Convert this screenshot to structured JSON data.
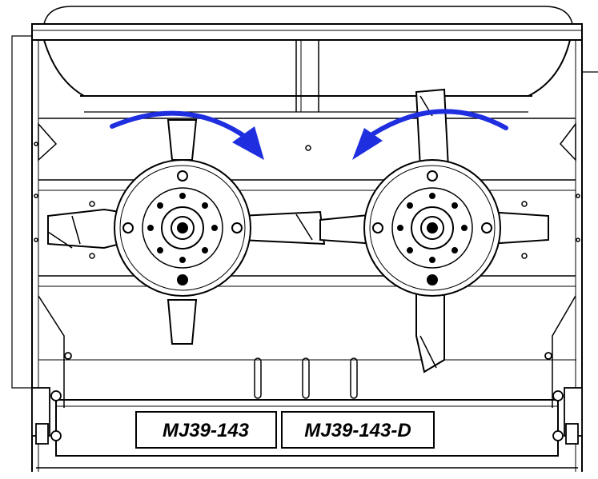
{
  "labels": {
    "left_part_number": "MJ39-143",
    "right_part_number": "MJ39-143-D"
  },
  "colors": {
    "line": "#000000",
    "background": "#ffffff",
    "rotation_arrow": "#1f2fe0"
  },
  "rotation": {
    "left_rotor": "clockwise",
    "right_rotor": "counterclockwise"
  },
  "icons": [
    "rotor-left",
    "rotor-right",
    "rotation-arrow-left-icon",
    "rotation-arrow-right-icon"
  ]
}
